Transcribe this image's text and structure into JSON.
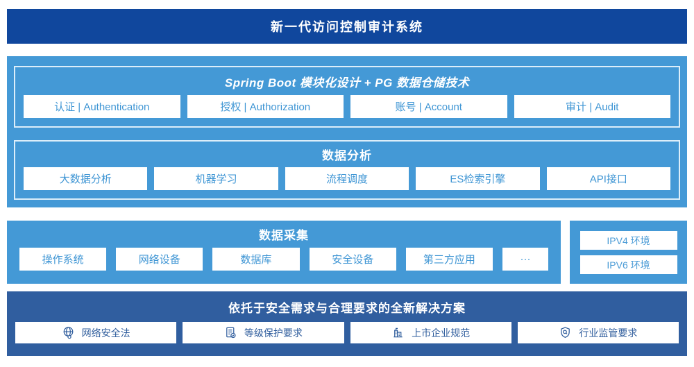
{
  "header": {
    "title": "新一代访问控制审计系统"
  },
  "architecture": {
    "modules": {
      "title": "Spring Boot 模块化设计 + PG 数据仓储技术",
      "items": [
        "认证 | Authentication",
        "授权 | Authorization",
        "账号 | Account",
        "审计 | Audit"
      ]
    },
    "analysis": {
      "title": "数据分析",
      "items": [
        "大数据分析",
        "机器学习",
        "流程调度",
        "ES检索引擎",
        "API接口"
      ]
    }
  },
  "collection": {
    "title": "数据采集",
    "items": [
      "操作系统",
      "网络设备",
      "数据库",
      "安全设备",
      "第三方应用",
      "···"
    ]
  },
  "environments": {
    "items": [
      "IPV4 环境",
      "IPV6 环境"
    ]
  },
  "solution": {
    "title": "依托于安全需求与合理要求的全新解决方案",
    "items": [
      {
        "icon": "globe-icon",
        "label": "网络安全法"
      },
      {
        "icon": "document-check-icon",
        "label": "等级保护要求"
      },
      {
        "icon": "building-icon",
        "label": "上市企业规范"
      },
      {
        "icon": "shield-search-icon",
        "label": "行业监管要求"
      }
    ]
  },
  "colors": {
    "header_bg": "#10479D",
    "panel_bg": "#4499D6",
    "panel_border": "#DCEEFA",
    "solution_bg": "#305E9F",
    "button_text_light": "#3E95D4",
    "button_text_dark": "#2E5C9C",
    "env_text": "#4A9BD6"
  }
}
